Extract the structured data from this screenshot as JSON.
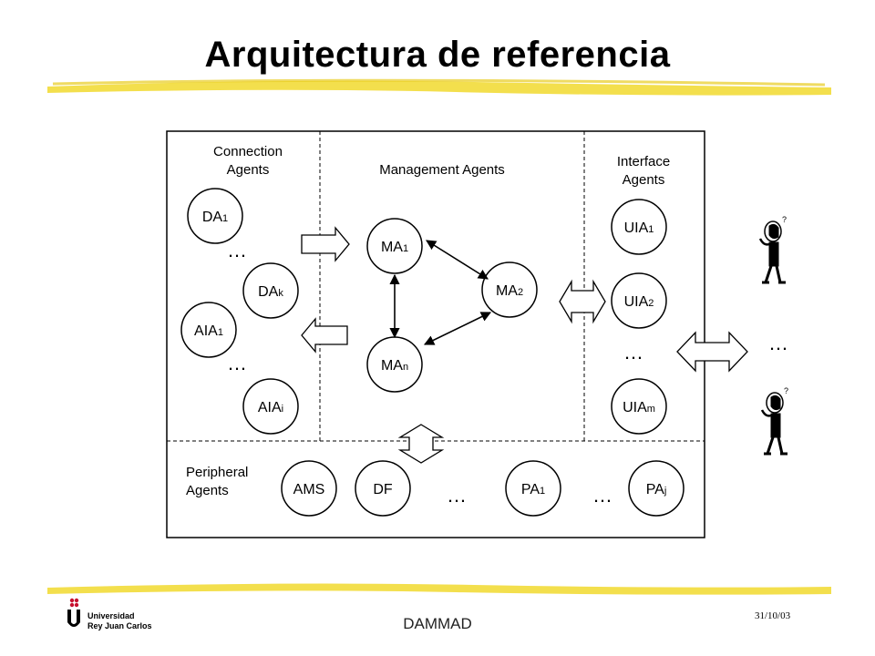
{
  "slide": {
    "title": "Arquitectura de referencia",
    "footer": "DAMMAD",
    "date": "31/10/03",
    "logo": {
      "line1": "Universidad",
      "line2": "Rey Juan Carlos"
    }
  },
  "diagram": {
    "sections": {
      "connection": [
        "Connection",
        "Agents"
      ],
      "management": "Management Agents",
      "interface": [
        "Interface",
        "Agents"
      ],
      "peripheral": [
        "Peripheral",
        "Agents"
      ]
    },
    "nodes": {
      "da1": {
        "main": "DA",
        "sub": "1"
      },
      "dak": {
        "main": "DA",
        "sub": "k"
      },
      "aia1": {
        "main": "AIA",
        "sub": "1"
      },
      "aiai": {
        "main": "AIA",
        "sub": "i"
      },
      "ma1": {
        "main": "MA",
        "sub": "1"
      },
      "ma2": {
        "main": "MA",
        "sub": "2"
      },
      "man": {
        "main": "MA",
        "sub": "n"
      },
      "uia1": {
        "main": "UIA",
        "sub": "1"
      },
      "uia2": {
        "main": "UIA",
        "sub": "2"
      },
      "uiam": {
        "main": "UIA",
        "sub": "m"
      },
      "ams": {
        "main": "AMS",
        "sub": ""
      },
      "df": {
        "main": "DF",
        "sub": ""
      },
      "pa1": {
        "main": "PA",
        "sub": "1"
      },
      "paj": {
        "main": "PA",
        "sub": "j"
      }
    },
    "ellipsis": "…",
    "user_icon": "question-mark-person-icon"
  },
  "colors": {
    "highlight": "#f2dc3a",
    "line": "#000000"
  }
}
